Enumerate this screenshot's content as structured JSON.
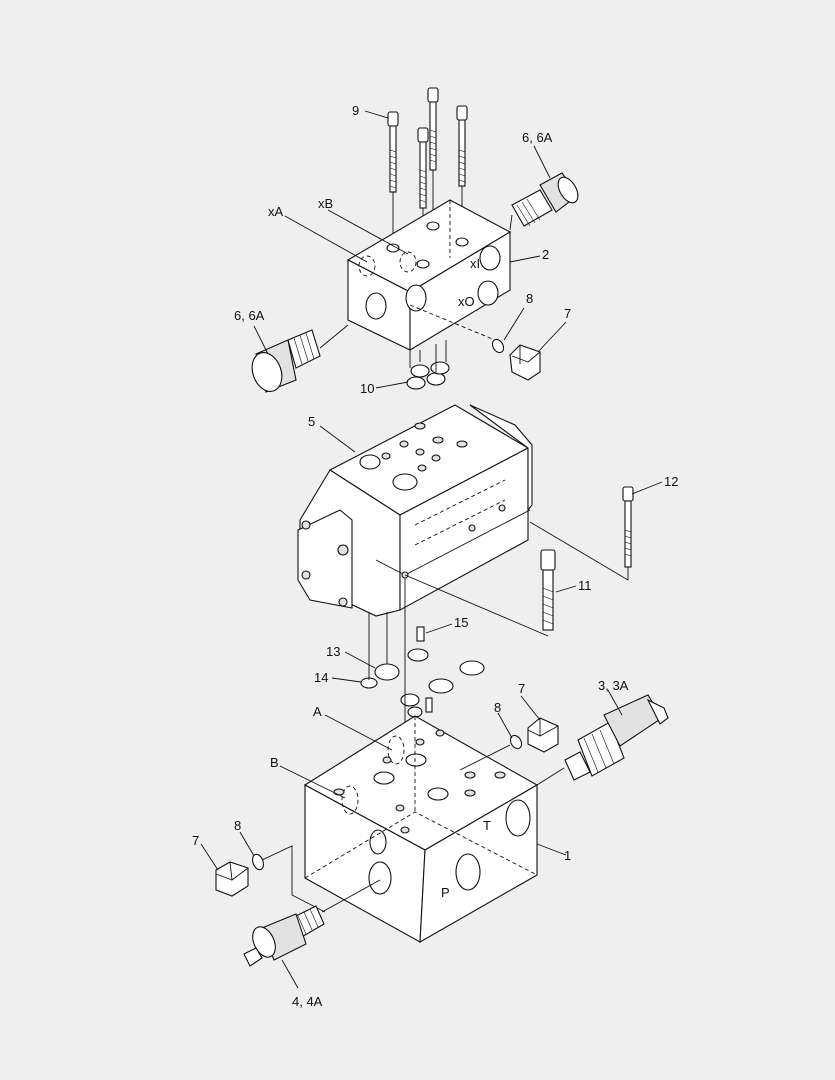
{
  "labels": {
    "l9": "9",
    "l66a_top": "6, 6A",
    "lxA": "xA",
    "lxB": "xB",
    "lxI": "xI",
    "lxO": "xO",
    "l2": "2",
    "l66a_left": "6, 6A",
    "l8_top": "8",
    "l7_top": "7",
    "l10": "10",
    "l5": "5",
    "l12": "12",
    "l11": "11",
    "l15": "15",
    "l13": "13",
    "l14": "14",
    "lA": "A",
    "l7_mid": "7",
    "l33a": "3, 3A",
    "l8_mid": "8",
    "lB": "B",
    "lT": "T",
    "l1": "1",
    "l7_low": "7",
    "l8_low": "8",
    "lP": "P",
    "l44a": "4, 4A"
  }
}
